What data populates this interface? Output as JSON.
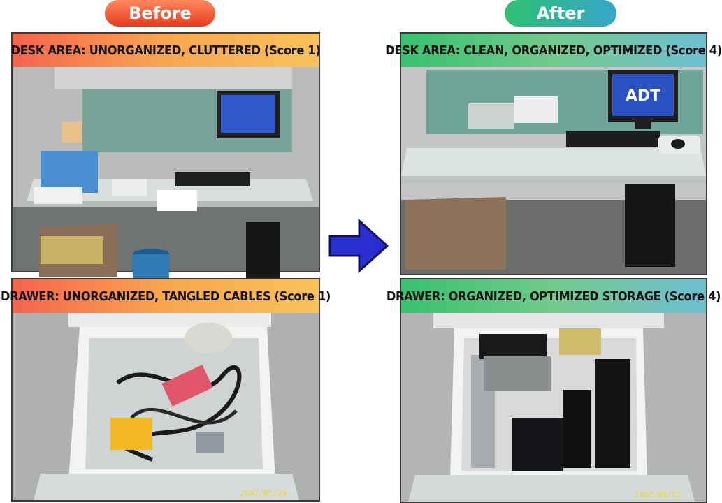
{
  "labels": {
    "before": "Before",
    "after": "After"
  },
  "panels": {
    "before_desk": "DESK AREA: UNORGANIZED, CLUTTERED (Score 1)",
    "after_desk": "DESK AREA: CLEAN, ORGANIZED, OPTIMIZED (Score 4)",
    "before_drawer": "DRAWER: UNORGANIZED, TANGLED CABLES (Score 1)",
    "after_drawer": "DRAWER: ORGANIZED, OPTIMIZED STORAGE (Score 4)"
  },
  "monitor_logo": "ADT",
  "timestamps": {
    "before_drawer": "2007/05/29",
    "after_drawer": "2007/08/23"
  },
  "colors": {
    "before_accent": "#e53c1f",
    "after_accent": "#2fbf73",
    "arrow": "#2a2ed0"
  }
}
